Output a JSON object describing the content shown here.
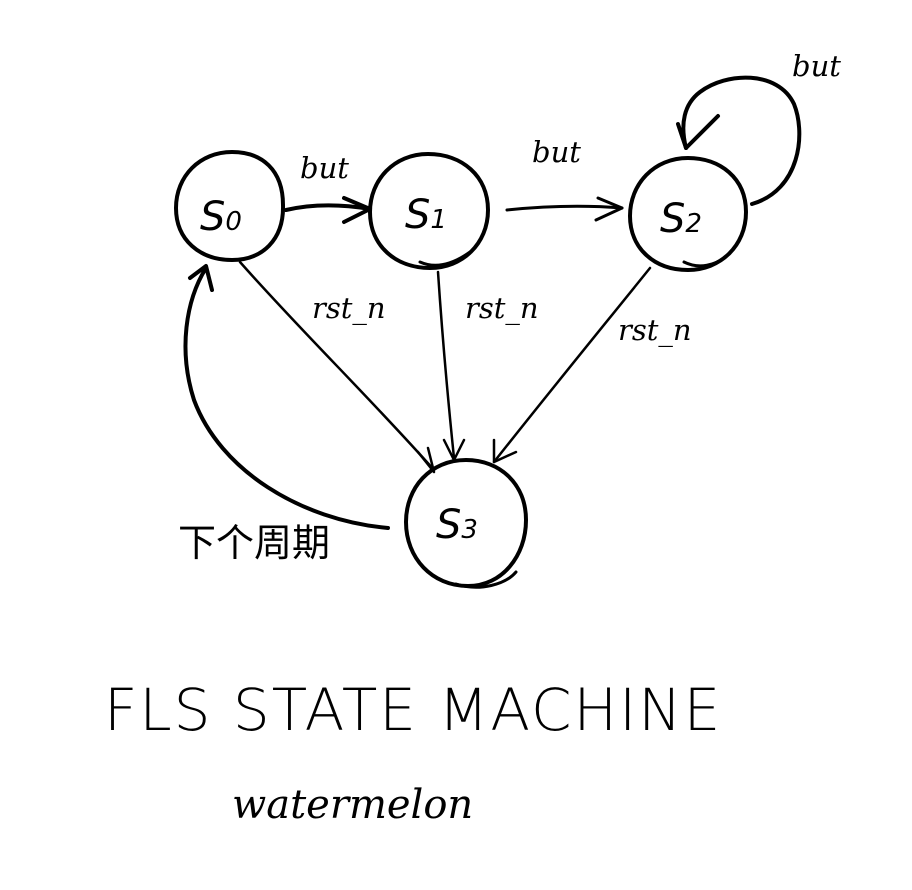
{
  "title": "FLS STATE MACHINE",
  "signature": "watermelon",
  "states": [
    {
      "id": "s0",
      "letter": "S",
      "sub": "0"
    },
    {
      "id": "s1",
      "letter": "S",
      "sub": "1"
    },
    {
      "id": "s2",
      "letter": "S",
      "sub": "2"
    },
    {
      "id": "s3",
      "letter": "S",
      "sub": "3"
    }
  ],
  "transitions": [
    {
      "from": "S0",
      "to": "S1",
      "label": "but"
    },
    {
      "from": "S1",
      "to": "S2",
      "label": "but"
    },
    {
      "from": "S2",
      "to": "S2",
      "label": "but"
    },
    {
      "from": "S0",
      "to": "S3",
      "label": "rst_n"
    },
    {
      "from": "S1",
      "to": "S3",
      "label": "rst_n"
    },
    {
      "from": "S2",
      "to": "S3",
      "label": "rst_n"
    },
    {
      "from": "S3",
      "to": "S0",
      "label": "下个周期"
    }
  ]
}
